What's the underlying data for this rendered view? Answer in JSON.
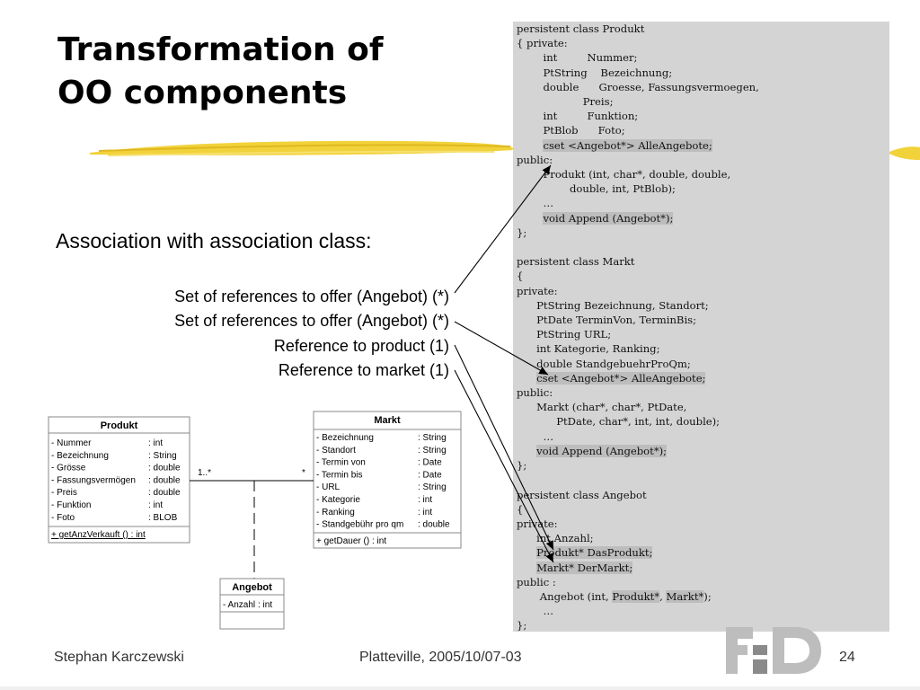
{
  "slide": {
    "title_line1": "Transformation of",
    "title_line2": "OO components",
    "association_heading": "Association with association class:",
    "refs": [
      "Set of references to offer (Angebot) (*)",
      "Set of references to offer (Angebot) (*)",
      "Reference to product (1)",
      "Reference to market (1)"
    ]
  },
  "code_lines": [
    {
      "text": "persistent class Produkt"
    },
    {
      "text": "{ private:"
    },
    {
      "text": "        int         Nummer;"
    },
    {
      "text": "        PtString    Bezeichnung;"
    },
    {
      "text": "        double      Groesse, Fassungsvermoegen,"
    },
    {
      "text": "                    Preis;"
    },
    {
      "text": "        int         Funktion;"
    },
    {
      "text": "        PtBlob      Foto;"
    },
    {
      "indent": "        ",
      "hl": "cset <Angebot*> AlleAngebote;"
    },
    {
      "text": "public:"
    },
    {
      "text": "        Produkt (int, char*, double, double,"
    },
    {
      "text": "                double, int, PtBlob);"
    },
    {
      "text": "        …"
    },
    {
      "indent": "        ",
      "hl": "void Append (Angebot*);"
    },
    {
      "text": "};"
    },
    {
      "text": ""
    },
    {
      "text": "persistent class Markt"
    },
    {
      "text": "{"
    },
    {
      "text": "private:"
    },
    {
      "text": "      PtString Bezeichnung, Standort;"
    },
    {
      "text": "      PtDate TerminVon, TerminBis;"
    },
    {
      "text": "      PtString URL;"
    },
    {
      "text": "      int Kategorie, Ranking;"
    },
    {
      "text": "      double StandgebuehrProQm;"
    },
    {
      "indent": "      ",
      "hl": "cset <Angebot*> AlleAngebote;"
    },
    {
      "text": "public:"
    },
    {
      "text": "      Markt (char*, char*, PtDate,"
    },
    {
      "text": "            PtDate, char*, int, int, double);"
    },
    {
      "text": "        …"
    },
    {
      "indent": "      ",
      "hl": "void Append (Angebot*);"
    },
    {
      "text": "};"
    },
    {
      "text": ""
    },
    {
      "text": "persistent class Angebot"
    },
    {
      "text": "{"
    },
    {
      "text": "private:"
    },
    {
      "text": "      int Anzahl;"
    },
    {
      "indent": "      ",
      "hl": "Produkt* DasProdukt;"
    },
    {
      "indent": "      ",
      "hl": "Markt* DerMarkt;"
    },
    {
      "text": "public :"
    },
    {
      "text": "       Angebot (int, ",
      "hl": "Produkt*",
      "mid": ", ",
      "hl2": "Markt*",
      "tail": ");"
    },
    {
      "text": "        …"
    },
    {
      "text": "};"
    }
  ],
  "uml": {
    "produkt": {
      "name": "Produkt",
      "attributes": [
        {
          "name": "-  Nummer",
          "type": ": int"
        },
        {
          "name": "-  Bezeichnung",
          "type": ": String"
        },
        {
          "name": "-  Grösse",
          "type": ": double"
        },
        {
          "name": "-  Fassungsvermögen",
          "type": ": double"
        },
        {
          "name": "-  Preis",
          "type": ": double"
        },
        {
          "name": "-  Funktion",
          "type": ": int"
        },
        {
          "name": "-  Foto",
          "type": ": BLOB"
        }
      ],
      "operations": [
        "+  getAnzVerkauft ()  : int"
      ]
    },
    "markt": {
      "name": "Markt",
      "attributes": [
        {
          "name": "-  Bezeichnung",
          "type": ": String"
        },
        {
          "name": "-  Standort",
          "type": ": String"
        },
        {
          "name": "-  Termin von",
          "type": ": Date"
        },
        {
          "name": "-  Termin bis",
          "type": ": Date"
        },
        {
          "name": "-  URL",
          "type": ": String"
        },
        {
          "name": "-  Kategorie",
          "type": ": int"
        },
        {
          "name": "-  Ranking",
          "type": ": int"
        },
        {
          "name": "-  Standgebühr pro qm",
          "type": ": double"
        }
      ],
      "operations": [
        "+  getDauer ()  : int"
      ]
    },
    "angebot": {
      "name": "Angebot",
      "attributes": [
        {
          "name": "-  Anzahl",
          "type": ": int"
        }
      ]
    },
    "mult_left": "1..*",
    "mult_right": "*"
  },
  "footer": {
    "author": "Stephan Karczewski",
    "event": "Platteville, 2005/10/07-03",
    "page": "24",
    "logo_text": "FHD"
  },
  "colors": {
    "code_bg": "#d4d4d4",
    "highlight": "#bdbdbd",
    "brush": "#f2d23a",
    "logo": "#bdbdbd"
  }
}
